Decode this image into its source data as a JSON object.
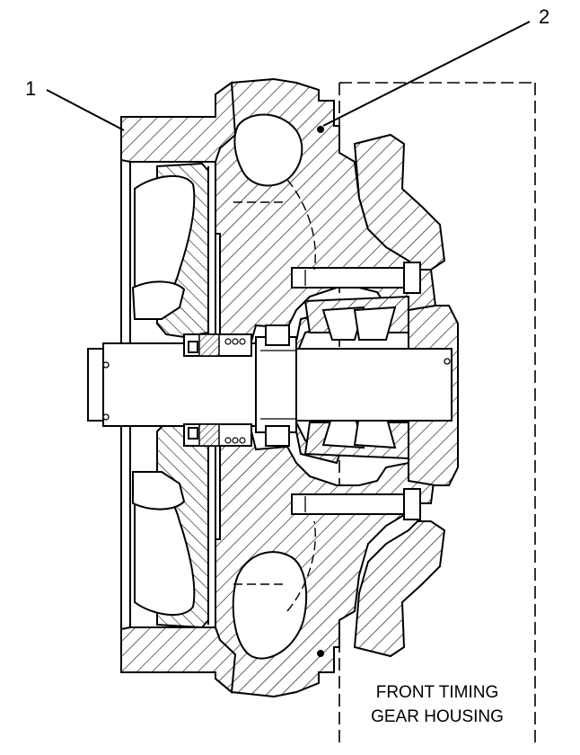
{
  "callouts": [
    {
      "id": "1",
      "label": "1"
    },
    {
      "id": "2",
      "label": "2"
    }
  ],
  "housing_note": {
    "line1": "FRONT TIMING",
    "line2": "GEAR HOUSING"
  },
  "colors": {
    "ink": "#000000",
    "paper": "#ffffff"
  }
}
